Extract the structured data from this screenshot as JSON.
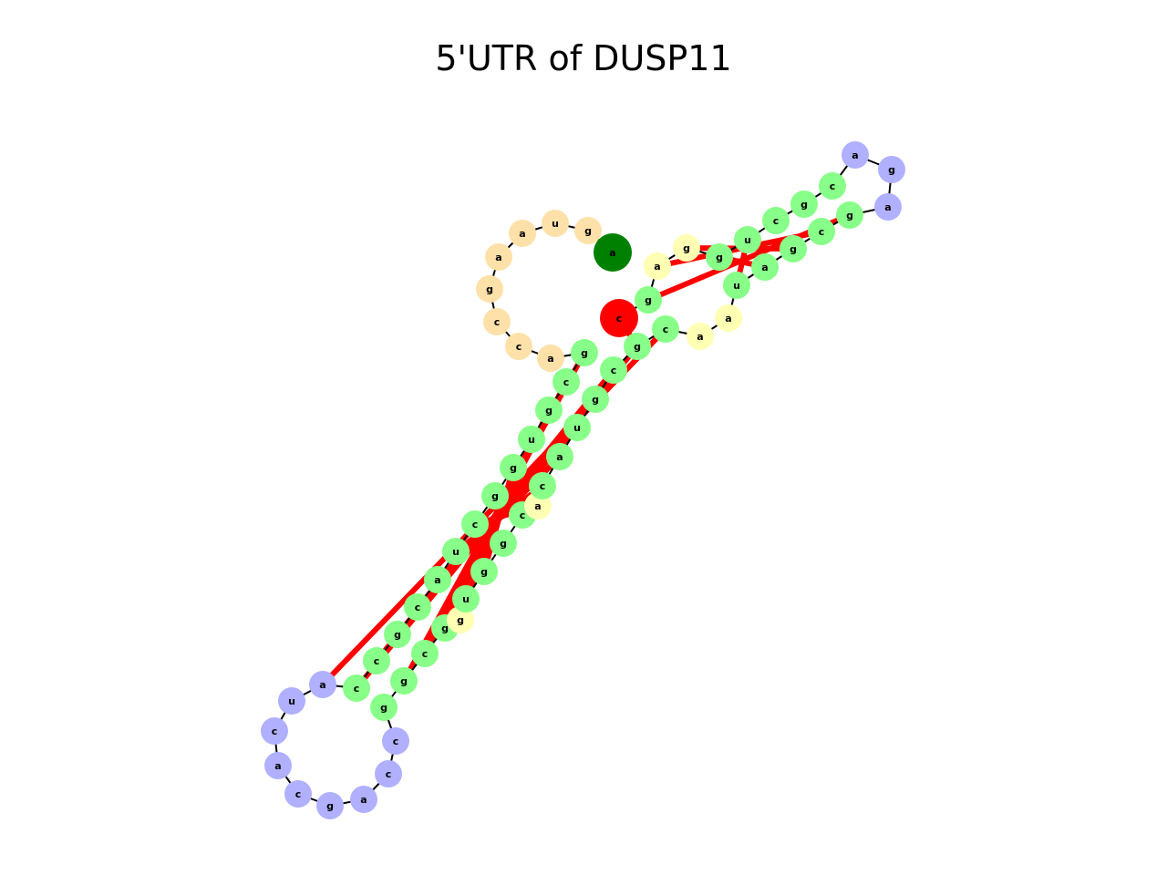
{
  "title": "5'UTR of DUSP11",
  "colors": {
    "stem": "#88ff88",
    "hairpin_loop": "#b0b0ff",
    "interior_loop": "#ffffb3",
    "external": "#fde1a9",
    "five_prime_marker": "#008000",
    "three_prime_marker": "#ff0000",
    "backbone": "#000000",
    "base_pair": "#ff0000"
  },
  "nucleotides": [
    {
      "base": "a",
      "type": "five_prime_marker"
    },
    {
      "base": "g",
      "type": "external"
    },
    {
      "base": "u",
      "type": "external"
    },
    {
      "base": "a",
      "type": "external"
    },
    {
      "base": "a",
      "type": "external"
    },
    {
      "base": "g",
      "type": "external"
    },
    {
      "base": "c",
      "type": "external"
    },
    {
      "base": "c",
      "type": "external"
    },
    {
      "base": "a",
      "type": "external"
    },
    {
      "base": "g",
      "type": "stem"
    },
    {
      "base": "c",
      "type": "stem"
    },
    {
      "base": "g",
      "type": "stem"
    },
    {
      "base": "u",
      "type": "stem"
    },
    {
      "base": "g",
      "type": "stem"
    },
    {
      "base": "g",
      "type": "stem"
    },
    {
      "base": "c",
      "type": "stem"
    },
    {
      "base": "u",
      "type": "stem"
    },
    {
      "base": "a",
      "type": "stem"
    },
    {
      "base": "c",
      "type": "stem"
    },
    {
      "base": "g",
      "type": "stem"
    },
    {
      "base": "c",
      "type": "stem"
    },
    {
      "base": "c",
      "type": "stem"
    },
    {
      "base": "a",
      "type": "hairpin_loop"
    },
    {
      "base": "u",
      "type": "hairpin_loop"
    },
    {
      "base": "c",
      "type": "hairpin_loop"
    },
    {
      "base": "a",
      "type": "hairpin_loop"
    },
    {
      "base": "c",
      "type": "hairpin_loop"
    },
    {
      "base": "g",
      "type": "hairpin_loop"
    },
    {
      "base": "a",
      "type": "hairpin_loop"
    },
    {
      "base": "c",
      "type": "hairpin_loop"
    },
    {
      "base": "c",
      "type": "hairpin_loop"
    },
    {
      "base": "g",
      "type": "stem"
    },
    {
      "base": "g",
      "type": "stem"
    },
    {
      "base": "c",
      "type": "stem"
    },
    {
      "base": "g",
      "type": "stem"
    },
    {
      "base": "g",
      "type": "interior_loop"
    },
    {
      "base": "u",
      "type": "stem"
    },
    {
      "base": "g",
      "type": "stem"
    },
    {
      "base": "g",
      "type": "stem"
    },
    {
      "base": "c",
      "type": "stem"
    },
    {
      "base": "a",
      "type": "interior_loop"
    },
    {
      "base": "c",
      "type": "stem"
    },
    {
      "base": "a",
      "type": "stem"
    },
    {
      "base": "u",
      "type": "stem"
    },
    {
      "base": "g",
      "type": "stem"
    },
    {
      "base": "c",
      "type": "stem"
    },
    {
      "base": "g",
      "type": "stem"
    },
    {
      "base": "c",
      "type": "stem"
    },
    {
      "base": "a",
      "type": "interior_loop"
    },
    {
      "base": "a",
      "type": "interior_loop"
    },
    {
      "base": "u",
      "type": "stem"
    },
    {
      "base": "a",
      "type": "stem"
    },
    {
      "base": "g",
      "type": "stem"
    },
    {
      "base": "c",
      "type": "stem"
    },
    {
      "base": "g",
      "type": "stem"
    },
    {
      "base": "a",
      "type": "hairpin_loop"
    },
    {
      "base": "g",
      "type": "hairpin_loop"
    },
    {
      "base": "a",
      "type": "hairpin_loop"
    },
    {
      "base": "c",
      "type": "stem"
    },
    {
      "base": "g",
      "type": "stem"
    },
    {
      "base": "c",
      "type": "stem"
    },
    {
      "base": "u",
      "type": "stem"
    },
    {
      "base": "g",
      "type": "stem"
    },
    {
      "base": "g",
      "type": "interior_loop"
    },
    {
      "base": "a",
      "type": "interior_loop"
    },
    {
      "base": "g",
      "type": "stem"
    },
    {
      "base": "c",
      "type": "three_prime_marker"
    }
  ],
  "base_pairs": [
    [
      9,
      32
    ],
    [
      10,
      33
    ],
    [
      11,
      34
    ],
    [
      12,
      36
    ],
    [
      13,
      37
    ],
    [
      14,
      39
    ],
    [
      15,
      40
    ],
    [
      16,
      41
    ],
    [
      17,
      42
    ],
    [
      18,
      43
    ],
    [
      19,
      44
    ],
    [
      20,
      45
    ],
    [
      21,
      46
    ],
    [
      22,
      47
    ],
    [
      50,
      61
    ],
    [
      51,
      62
    ],
    [
      52,
      63
    ],
    [
      53,
      64
    ],
    [
      54,
      65
    ],
    [
      45,
      67
    ],
    [
      46,
      66
    ]
  ]
}
